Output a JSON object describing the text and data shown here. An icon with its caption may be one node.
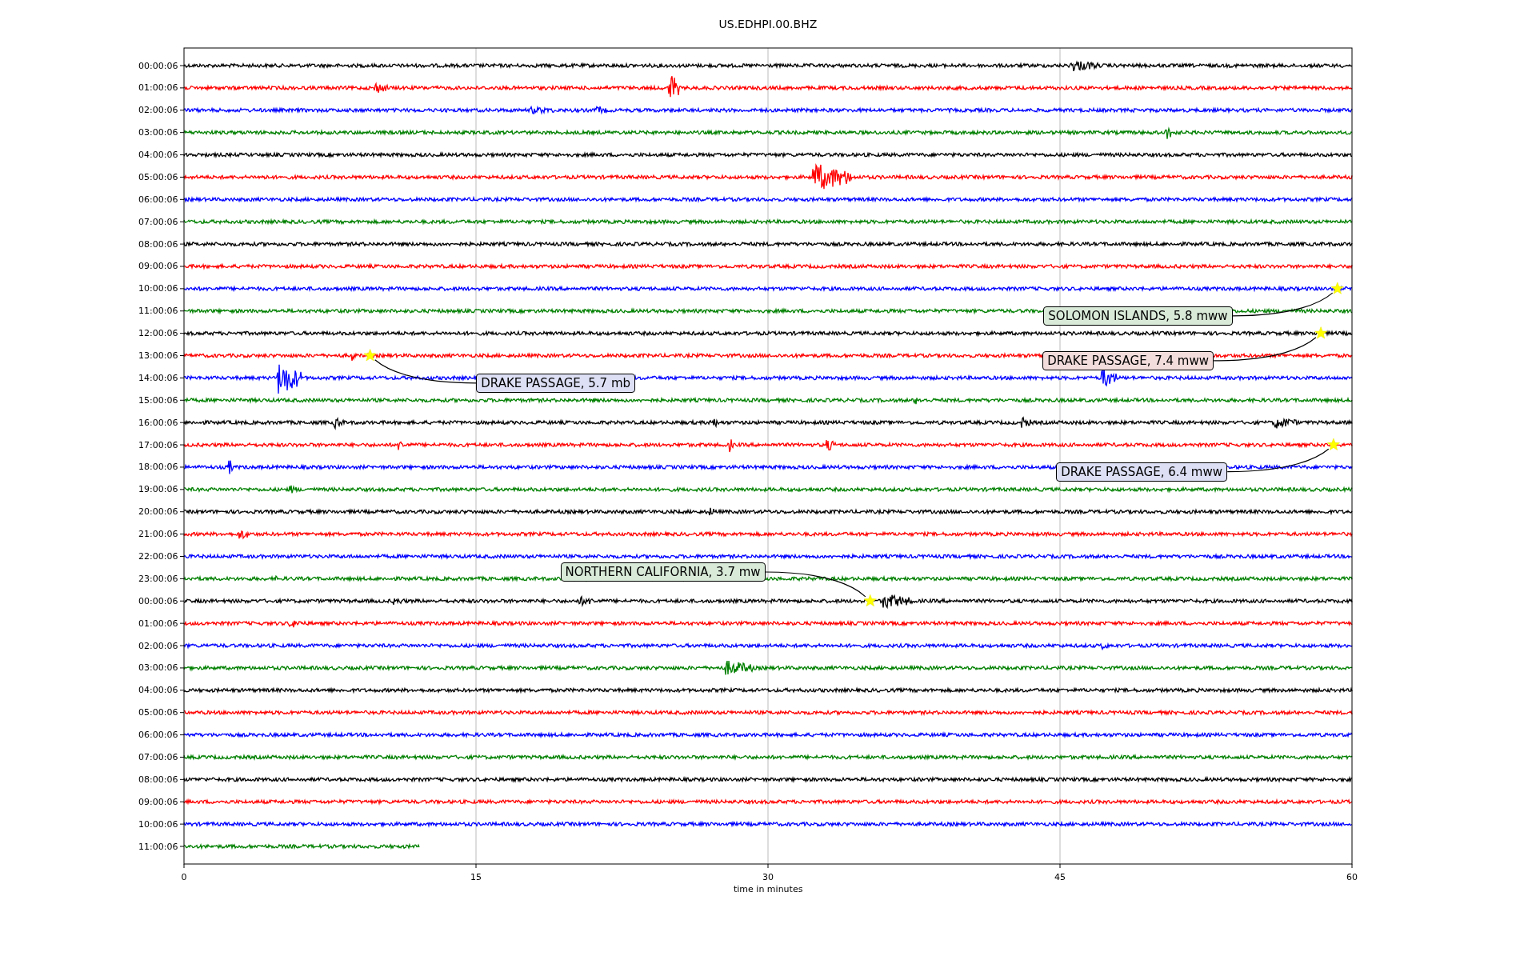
{
  "diagram": {
    "title": "US.EDHPI.00.BHZ",
    "nodes": [
      {
        "text": [
          "SOLOMON ISLANDS, 5.8 mww"
        ]
      },
      {
        "text": [
          "DRAKE PASSAGE, 7.4 mww"
        ]
      },
      {
        "text": [
          "DRAKE PASSAGE, 5.7 mb"
        ]
      },
      {
        "text": [
          "DRAKE PASSAGE, 6.4 mww"
        ]
      },
      {
        "text": [
          "NORTHERN CALIFORNIA, 3.7 mw"
        ]
      },
      {
        "text": [],
        "shape": "star"
      },
      {
        "text": [],
        "shape": "star"
      },
      {
        "text": [],
        "shape": "star"
      },
      {
        "text": [],
        "shape": "star"
      },
      {
        "text": [],
        "shape": "star"
      }
    ],
    "edges": [
      {
        "from": 0,
        "to": 5,
        "arrow": "none"
      },
      {
        "from": 1,
        "to": 6,
        "arrow": "none"
      },
      {
        "from": 2,
        "to": 7,
        "arrow": "none"
      },
      {
        "from": 3,
        "to": 8,
        "arrow": "none"
      },
      {
        "from": 4,
        "to": 9,
        "arrow": "none"
      }
    ],
    "labels": [
      "00:00:06",
      "01:00:06",
      "02:00:06",
      "03:00:06",
      "04:00:06",
      "05:00:06",
      "06:00:06",
      "07:00:06",
      "08:00:06",
      "09:00:06",
      "10:00:06",
      "11:00:06",
      "12:00:06",
      "13:00:06",
      "14:00:06",
      "15:00:06",
      "16:00:06",
      "17:00:06",
      "18:00:06",
      "19:00:06",
      "20:00:06",
      "21:00:06",
      "22:00:06",
      "23:00:06",
      "00:00:06",
      "01:00:06",
      "02:00:06",
      "03:00:06",
      "04:00:06",
      "05:00:06",
      "06:00:06",
      "07:00:06",
      "08:00:06",
      "09:00:06",
      "10:00:06",
      "11:00:06",
      "0",
      "15",
      "30",
      "45",
      "60",
      "time in minutes"
    ]
  }
}
